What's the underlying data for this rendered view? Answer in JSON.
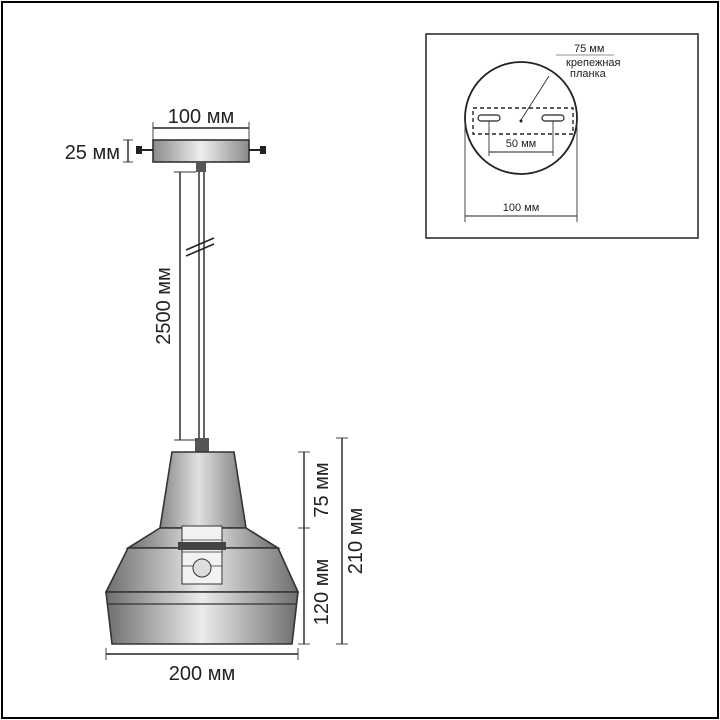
{
  "drawing": {
    "canopy_width": "100 мм",
    "canopy_height": "25 мм",
    "cord_length": "2500 мм",
    "shade_top_height": "75 мм",
    "shade_bottom_height": "120 мм",
    "total_height": "210 мм",
    "shade_width": "200 мм"
  },
  "inset": {
    "canopy_diameter": "75 мм",
    "bracket_label_line1": "крепежная",
    "bracket_label_line2": "планка",
    "hole_spacing": "50 мм",
    "overall_width": "100 мм"
  },
  "colors": {
    "line": "#222222",
    "shade_dark": "#777777",
    "shade_light": "#e6e6e6",
    "frame": "#000000"
  }
}
